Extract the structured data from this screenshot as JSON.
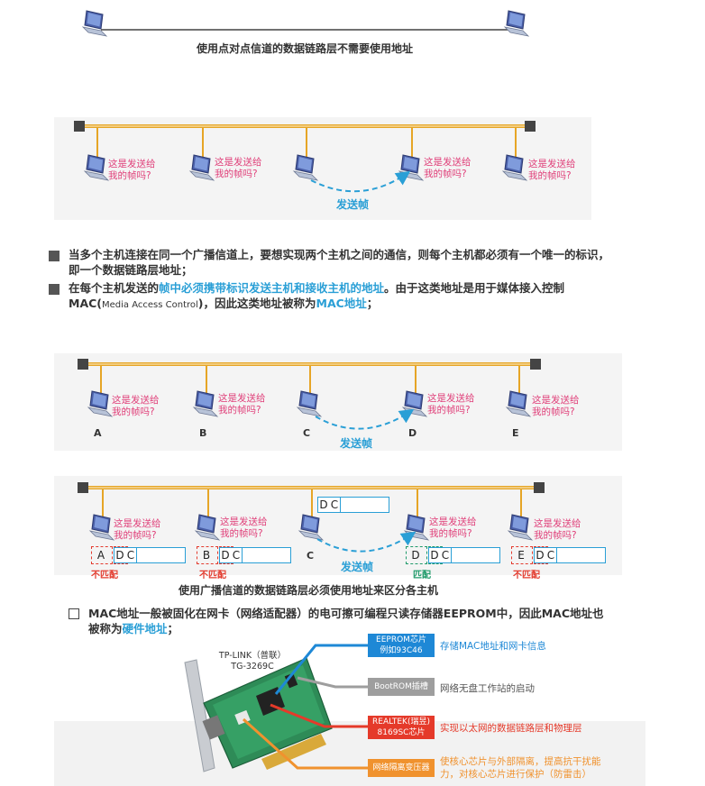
{
  "section1": {
    "caption": "使用点对点信道的数据链路层不需要使用地址"
  },
  "section2": {
    "bubble_line1": "这是发送给",
    "bubble_line2": "我的帧吗?",
    "send_label": "发送帧"
  },
  "bullets": {
    "b1_line1": "当多个主机连接在同一个广播信道上，要想实现两个主机之间的通信，则每个主机都必须有一个唯一的标识，",
    "b1_line2": "即一个数据链路层地址；",
    "b2_pre": "在每个主机发送的",
    "b2_hl": "帧中必须携带标识发送主机和接收主机的地址",
    "b2_post": "。由于这类地址是用于媒体接入控制",
    "b2_line2_pre": "MAC(",
    "b2_line2_small": "Media Access Control",
    "b2_line2_mid": ")，因此这类地址被称为",
    "b2_line2_hl": "MAC地址",
    "b2_line2_post": "；"
  },
  "section3": {
    "bubble_line1": "这是发送给",
    "bubble_line2": "我的帧吗?",
    "send_label": "发送帧",
    "nodes": [
      "A",
      "B",
      "C",
      "D",
      "E"
    ]
  },
  "section4": {
    "bubble_line1": "这是发送给",
    "bubble_line2": "我的帧吗?",
    "send_label": "发送帧",
    "nodes": [
      "A",
      "B",
      "C",
      "D",
      "E"
    ],
    "frame_dest": "D",
    "frame_src": "C",
    "no_match": "不匹配",
    "match": "匹配",
    "caption": "使用广播信道的数据链路层必须使用地址来区分各主机"
  },
  "bottom": {
    "line1": "MAC地址一般被固化在网卡（网络适配器）的电可擦可编程只读存储器EEPROM中，因此MAC地址也",
    "line2_pre": "被称为",
    "line2_hl": "硬件地址",
    "line2_post": "；",
    "card_brand": "TP-LINK（普联）",
    "card_model": "TG-3269C",
    "labels": [
      {
        "tag_line1": "EEPROM芯片",
        "tag_line2": "例如93C46",
        "desc": "存储MAC地址和网卡信息",
        "color": "#1e88d6"
      },
      {
        "tag_line1": "BootROM插槽",
        "tag_line2": "",
        "desc": "网络无盘工作站的启动",
        "color": "#9e9e9e"
      },
      {
        "tag_line1": "REALTEK(瑞昱)",
        "tag_line2": "8169SC芯片",
        "desc": "实现以太网的数据链路层和物理层",
        "color": "#e53a2a"
      },
      {
        "tag_line1": "网络隔离变压器",
        "tag_line2": "",
        "desc_line1": "使核心芯片与外部隔离，提高抗干扰能",
        "desc_line2": "力，对核心芯片进行保护（防雷击）",
        "color": "#f0922e"
      }
    ]
  },
  "colors": {
    "accent": "#2a9fd6",
    "bus": "#e6a526",
    "pink": "#e0407a",
    "red": "#e33b2e",
    "green": "#1f9a6a"
  }
}
